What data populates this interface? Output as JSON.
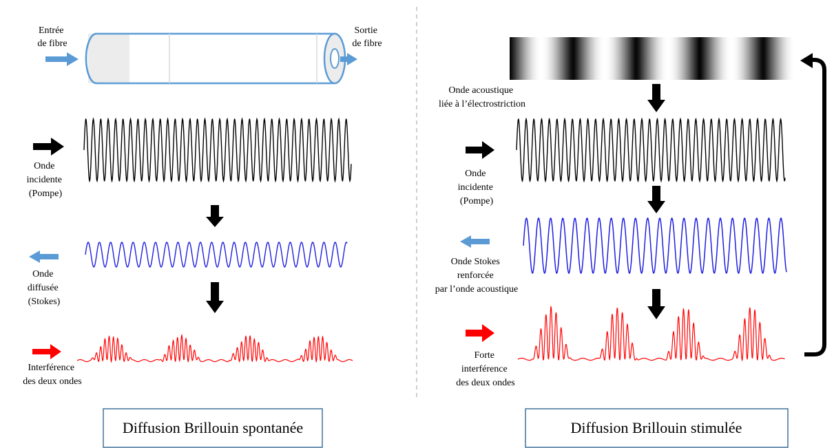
{
  "colors": {
    "pump": "#000000",
    "stokes": "#1d1de0",
    "interference": "#ff0000",
    "fiber_outline": "#5b9bd5",
    "blue_arrow": "#5b9bd5",
    "red_arrow": "#ff0000",
    "black_arrow": "#000000",
    "divider": "#bfbfbf",
    "caption_border": "#41719c"
  },
  "left": {
    "fiber_input_label": [
      "Entrée",
      "de fibre"
    ],
    "fiber_output_label": [
      "Sortie",
      "de fibre"
    ],
    "pump_label": [
      "Onde",
      "incidente",
      "(Pompe)"
    ],
    "stokes_label": [
      "Onde",
      "diffusée",
      "(Stokes)"
    ],
    "interference_label": [
      "Interférence",
      "des deux ondes"
    ],
    "caption": "Diffusion Brillouin spontanée"
  },
  "right": {
    "acoustic_label": [
      "Onde acoustique",
      "liée à l’électrostriction"
    ],
    "pump_label": [
      "Onde",
      "incidente",
      "(Pompe)"
    ],
    "stokes_label": [
      "Onde Stokes",
      "renforcée",
      "par l’onde acoustique"
    ],
    "interference_label": [
      "Forte",
      "interférence",
      "des deux ondes"
    ],
    "caption": "Diffusion Brillouin stimulée"
  }
}
